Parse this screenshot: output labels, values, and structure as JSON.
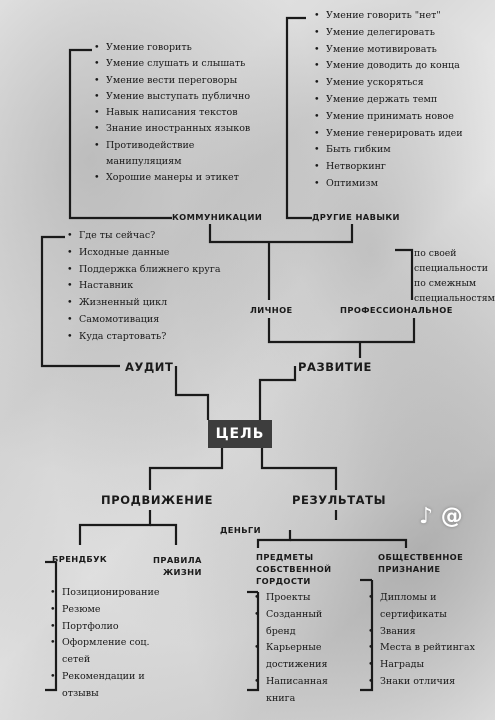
{
  "goal": "ЦЕЛЬ",
  "branches": {
    "development": "РАЗВИТИЕ",
    "audit": "АУДИТ",
    "promotion": "ПРОДВИЖЕНИЕ",
    "results": "РЕЗУЛЬТАТЫ"
  },
  "development": {
    "personal": "ЛИЧНОЕ",
    "professional": "ПРОФЕССИОНАЛЬНОЕ",
    "professional_notes": [
      "по своей",
      "специальности",
      "по смежным",
      "специальностям"
    ],
    "communications": {
      "title": "КОММУНИКАЦИИ",
      "items": [
        "Умение говорить",
        "Умение слушать и слышать",
        "Умение вести переговоры",
        "Умение выступать публично",
        "Навык написания текстов",
        "Знание иностранных языков",
        "Противодействие манипуляциям",
        "Хорошие манеры и этикет"
      ]
    },
    "other_skills": {
      "title": "ДРУГИЕ НАВЫКИ",
      "items": [
        "Умение говорить \"нет\"",
        "Умение делегировать",
        "Умение мотивировать",
        "Умение доводить до конца",
        "Умение ускоряться",
        "Умение держать темп",
        "Умение принимать новое",
        "Умение генерировать идеи",
        "Быть гибким",
        "Нетворкинг",
        "Оптимизм"
      ]
    }
  },
  "audit": {
    "items": [
      "Где ты сейчас?",
      "Исходные данные",
      "Поддержка ближнего круга",
      "Наставник",
      "Жизненный цикл",
      "Самомотивация",
      "Куда стартовать?"
    ]
  },
  "promotion": {
    "brandbook": {
      "title": "БРЕНДБУК",
      "items": [
        "Позиционирование",
        "Резюме",
        "Портфолио",
        "Оформление соц. сетей",
        "Рекомендации и отзывы"
      ]
    },
    "life_rules": {
      "title_line1": "ПРАВИЛА",
      "title_line2": "ЖИЗНИ"
    }
  },
  "results": {
    "money": "ДЕНЬГИ",
    "own_work": {
      "title_line1": "ПРЕДМЕТЫ",
      "title_line2": "СОБСТВЕННОЙ",
      "title_line3": "ГОРДОСТИ",
      "items": [
        "Проекты",
        "Созданный бренд",
        "Карьерные достижения",
        "Написанная книга"
      ]
    },
    "recognition": {
      "title_line1": "ОБЩЕСТВЕННОЕ",
      "title_line2": "ПРИЗНАНИЕ",
      "items": [
        "Дипломы и сертификаты",
        "Звания",
        "Места в рейтингах",
        "Награды",
        "Знаки отличия"
      ]
    }
  },
  "watermark_text": "♪ @",
  "colors": {
    "line": "#1a1a1a",
    "goal_bg": "#3d3d3d"
  }
}
